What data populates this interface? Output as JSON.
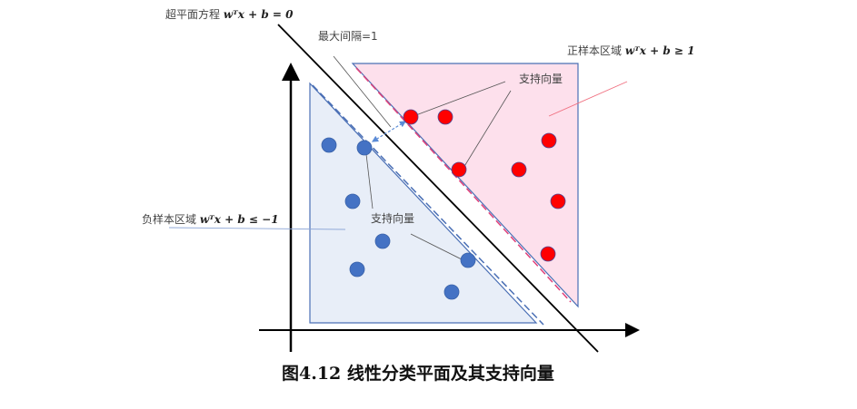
{
  "labels": {
    "hyperplane_text": "超平面方程",
    "hyperplane_eq": "wᵀx + b = 0",
    "max_margin": "最大间隔=1",
    "positive_region_text": "正样本区域",
    "positive_region_eq": "wᵀx + b ≥ 1",
    "negative_region_text": "负样本区域",
    "negative_region_eq": "wᵀx + b ≤ −1",
    "support_vectors_top": "支持向量",
    "support_vectors_bottom": "支持向量"
  },
  "caption": "图4.12 线性分类平面及其支持向量",
  "colors": {
    "positive_fill": "#fde0ec",
    "negative_fill": "#e8eef8",
    "positive_point": "#ff0000",
    "negative_point": "#4472c4",
    "outline": "#4a6fb5",
    "pink_dash": "#e0407a"
  }
}
